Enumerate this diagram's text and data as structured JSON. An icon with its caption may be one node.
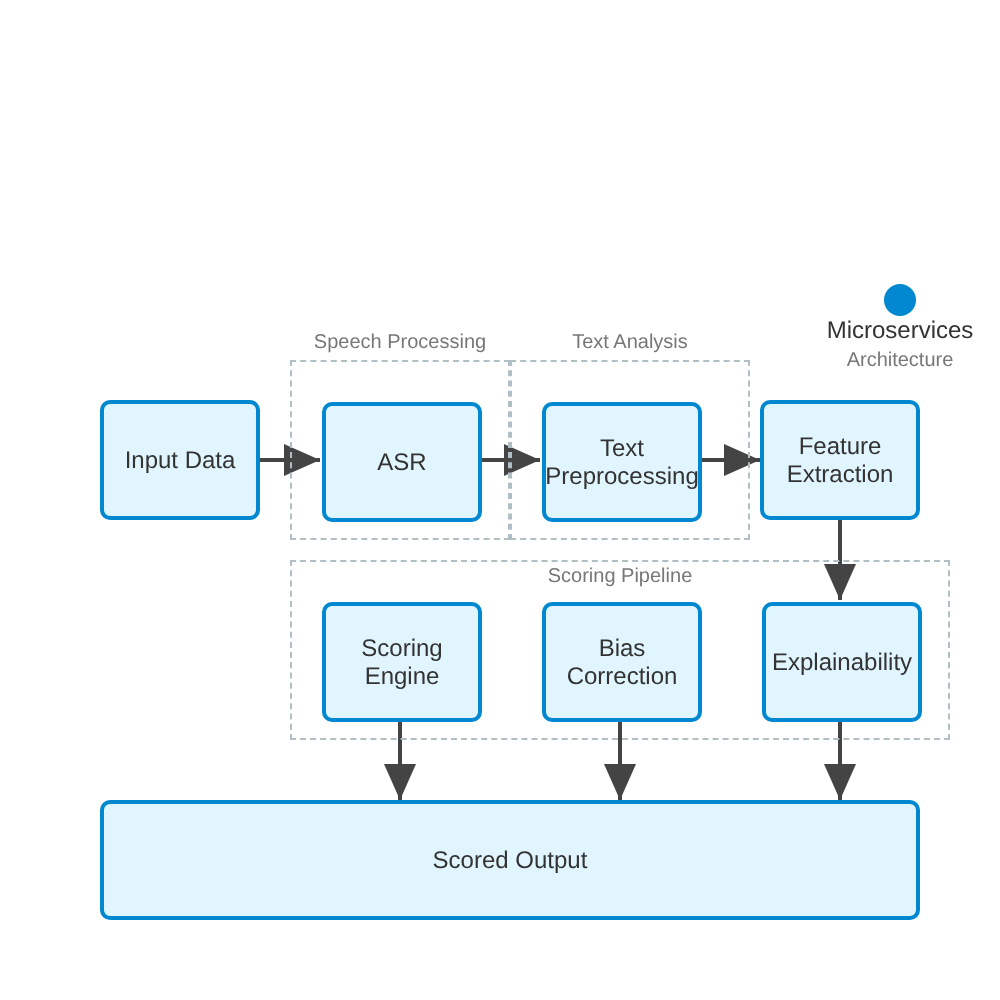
{
  "diagram": {
    "nodes": [
      {
        "text": [
          "Input Data"
        ]
      },
      {
        "text": [
          "Speech Processing"
        ]
      },
      {
        "text": [
          "ASR"
        ],
        "in": 1
      },
      {
        "text": [
          "Text Analysis"
        ]
      },
      {
        "text": [
          "Text Preprocessing"
        ],
        "in": 3
      },
      {
        "text": [
          "Feature Extraction"
        ]
      },
      {
        "text": [
          "Scoring Pipeline"
        ]
      },
      {
        "text": [
          "Scoring Engine"
        ],
        "in": 6
      },
      {
        "text": [
          "Bias Correction"
        ],
        "in": 6
      },
      {
        "text": [
          "Explainability"
        ],
        "in": 6
      },
      {
        "text": [
          "Scored Output"
        ]
      }
    ],
    "edges": [
      {
        "from": 0,
        "to": 2,
        "arrow": "to"
      },
      {
        "from": 2,
        "to": 4,
        "arrow": "to"
      },
      {
        "from": 4,
        "to": 5,
        "arrow": "to"
      },
      {
        "from": 5,
        "to": 9,
        "arrow": "to"
      },
      {
        "from": 7,
        "to": 10,
        "arrow": "to"
      },
      {
        "from": 8,
        "to": 10,
        "arrow": "to"
      },
      {
        "from": 9,
        "to": 10,
        "arrow": "to"
      }
    ],
    "labels": [
      "Microservices",
      "Architecture"
    ]
  }
}
